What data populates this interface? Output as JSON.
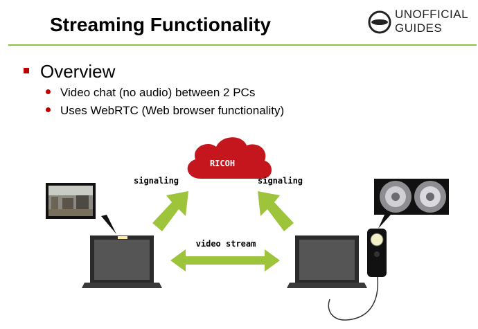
{
  "slide": {
    "title": "Streaming Functionality",
    "logo": {
      "line1": "UNOFFICIAL",
      "line2": "GUIDES"
    },
    "heading": "Overview",
    "bullets": [
      "Video chat (no audio) between 2 PCs",
      "Uses WebRTC (Web browser functionality)"
    ]
  },
  "diagram": {
    "cloud_label": "RICOH",
    "signaling_left": "signaling",
    "signaling_right": "signaling",
    "video_stream": "video stream"
  },
  "colors": {
    "accent_green": "#8cc63f",
    "arrow_green": "#9dc43a",
    "cloud_red": "#c4161c",
    "bullet_red": "#c00000"
  }
}
